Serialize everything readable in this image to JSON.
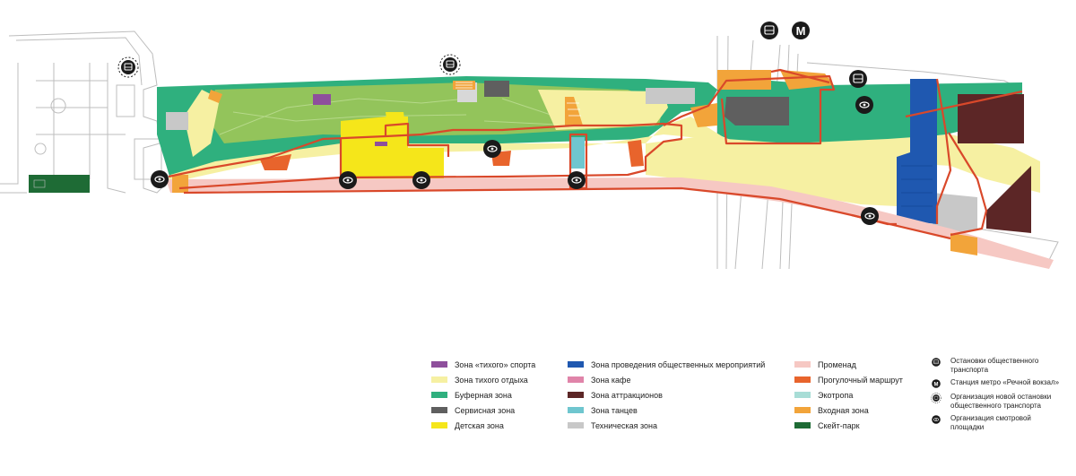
{
  "colors": {
    "quiet_sport": "#8e4f9c",
    "quiet_rest": "#f6f0a2",
    "buffer": "#2fb07e",
    "service": "#5f5f5f",
    "kids": "#f5e61a",
    "events": "#1f58b0",
    "cafe": "#e084a9",
    "attractions": "#5c2626",
    "dance": "#6fc6cf",
    "technical": "#c8c8c8",
    "promenade": "#f6c8c3",
    "walk_route": "#e8642c",
    "eco_trail": "#a8ddd6",
    "entrance": "#f2a43a",
    "skate": "#1e6b35",
    "lawn": "#93c45b",
    "route_outline": "#d9482a"
  },
  "legend": {
    "col1": [
      {
        "label": "Зона «тихого» спорта",
        "color": "#8e4f9c"
      },
      {
        "label": "Зона тихого отдыха",
        "color": "#f6f0a2"
      },
      {
        "label": "Буферная зона",
        "color": "#2fb07e"
      },
      {
        "label": "Сервисная зона",
        "color": "#5f5f5f"
      },
      {
        "label": "Детская зона",
        "color": "#f5e61a"
      }
    ],
    "col2": [
      {
        "label": "Зона проведения общественных мероприятий",
        "color": "#1f58b0"
      },
      {
        "label": "Зона кафе",
        "color": "#e084a9"
      },
      {
        "label": "Зона аттракционов",
        "color": "#5c2626"
      },
      {
        "label": "Зона танцев",
        "color": "#6fc6cf"
      },
      {
        "label": "Техническая зона",
        "color": "#c8c8c8"
      }
    ],
    "col3": [
      {
        "label": "Променад",
        "color": "#f6c8c3"
      },
      {
        "label": "Прогулочный маршрут",
        "color": "#e8642c"
      },
      {
        "label": "Экотропа",
        "color": "#a8ddd6"
      },
      {
        "label": "Входная зона",
        "color": "#f2a43a"
      },
      {
        "label": "Скейт-парк",
        "color": "#1e6b35"
      }
    ],
    "icons": [
      {
        "icon": "bus-stop-icon",
        "label": "Остановки общественного транспорта"
      },
      {
        "icon": "metro-icon",
        "label": "Станция метро «Речной вокзал»"
      },
      {
        "icon": "new-bus-stop-icon",
        "label": "Организация новой остановки общественного транспорта"
      },
      {
        "icon": "viewpoint-icon",
        "label": "Организация смотровой площадки"
      }
    ]
  },
  "map": {
    "metro_letter": "М"
  }
}
